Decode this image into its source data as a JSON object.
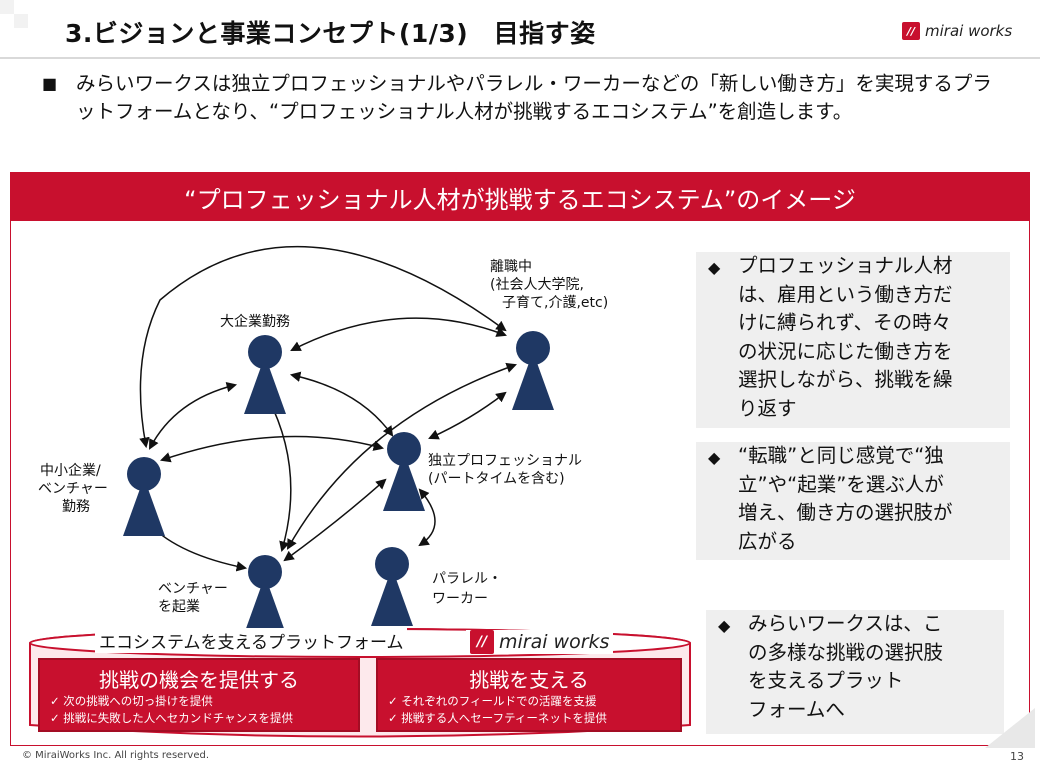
{
  "header": {
    "title": "3.ビジョンと事業コンセプト(1/3)　目指す姿",
    "logo_mark": "//",
    "logo_text": "mirai works"
  },
  "intro": {
    "bullet": "■",
    "text": "みらいワークスは独立プロフェッショナルやパラレル・ワーカーなどの「新しい働き方」を実現するプラットフォームとなり、“プロフェッショナル人材が挑戦するエコシステム”を創造します。"
  },
  "panel": {
    "header": "“プロフェッショナル人材が挑戦するエコシステム”のイメージ"
  },
  "diagram": {
    "nodes": {
      "large_company": "大企業勤務",
      "leave_line1": "離職中",
      "leave_line2": "(社会人大学院,",
      "leave_line3": "子育て,介護,etc)",
      "sme_line1": "中小企業/",
      "sme_line2": "ベンチャー",
      "sme_line3": "勤務",
      "independent_line1": "独立プロフェッショナル",
      "independent_line2": "(パートタイムを含む)",
      "startup_line1": "ベンチャー",
      "startup_line2": "を起業",
      "parallel_line1": "パラレル・",
      "parallel_line2": "ワーカー"
    },
    "colors": {
      "person": "#1f3864",
      "accent": "#c8102e"
    }
  },
  "notes": [
    {
      "bullet": "◆",
      "text": "プロフェッショナル人材\nは、雇用という働き方だ\nけに縛られず、その時々\nの状況に応じた働き方を\n選択しながら、挑戦を繰\nり返す"
    },
    {
      "bullet": "◆",
      "text": "“転職”と同じ感覚で“独\n立”や“起業”を選ぶ人が\n増え、働き方の選択肢が\n広がる"
    },
    {
      "bullet": "◆",
      "text": "みらいワークスは、こ\nの多様な挑戦の選択肢\nを支えるプラット\nフォームへ"
    }
  ],
  "platform": {
    "label": "エコシステムを支えるプラットフォーム",
    "logo_mark": "//",
    "logo_text": "mirai works",
    "left_box": {
      "title": "挑戦の機会を提供する",
      "items": [
        "✓ 次の挑戦への切っ掛けを提供",
        "✓ 挑戦に失敗した人へセカンドチャンスを提供"
      ]
    },
    "right_box": {
      "title": "挑戦を支える",
      "items": [
        "✓ それぞれのフィールドでの活躍を支援",
        "✓ 挑戦する人へセーフティーネットを提供"
      ]
    }
  },
  "footer": {
    "copyright": "© MiraiWorks Inc. All rights reserved.",
    "page": "13"
  }
}
